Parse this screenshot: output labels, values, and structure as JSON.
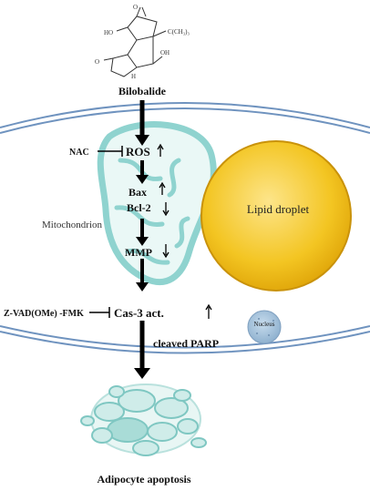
{
  "molecule": {
    "name": "Bilobalide",
    "labels": {
      "ho": "HO",
      "oh": "OH",
      "h": "H",
      "tbutyl": "C(CH₃)₃",
      "o_top": "O",
      "o_left": "O"
    }
  },
  "membrane_color": "#6f93bf",
  "mito_color": "#8fd3cf",
  "lipid_color": "#f2c21c",
  "nodes": {
    "nac": "NAC",
    "ros": "ROS",
    "bax": "Bax",
    "bcl2": "Bcl-2",
    "mitochondrion": "Mitochondrion",
    "mmp": "MMP",
    "zvad": "Z-VAD(OMe) -FMK",
    "cas3": "Cas-3 act.",
    "cleaved_parp": "cleaved PARP",
    "lipid_droplet": "Lipid droplet",
    "nucleus": "Nucleus",
    "outcome": "Adipocyte apoptosis"
  }
}
